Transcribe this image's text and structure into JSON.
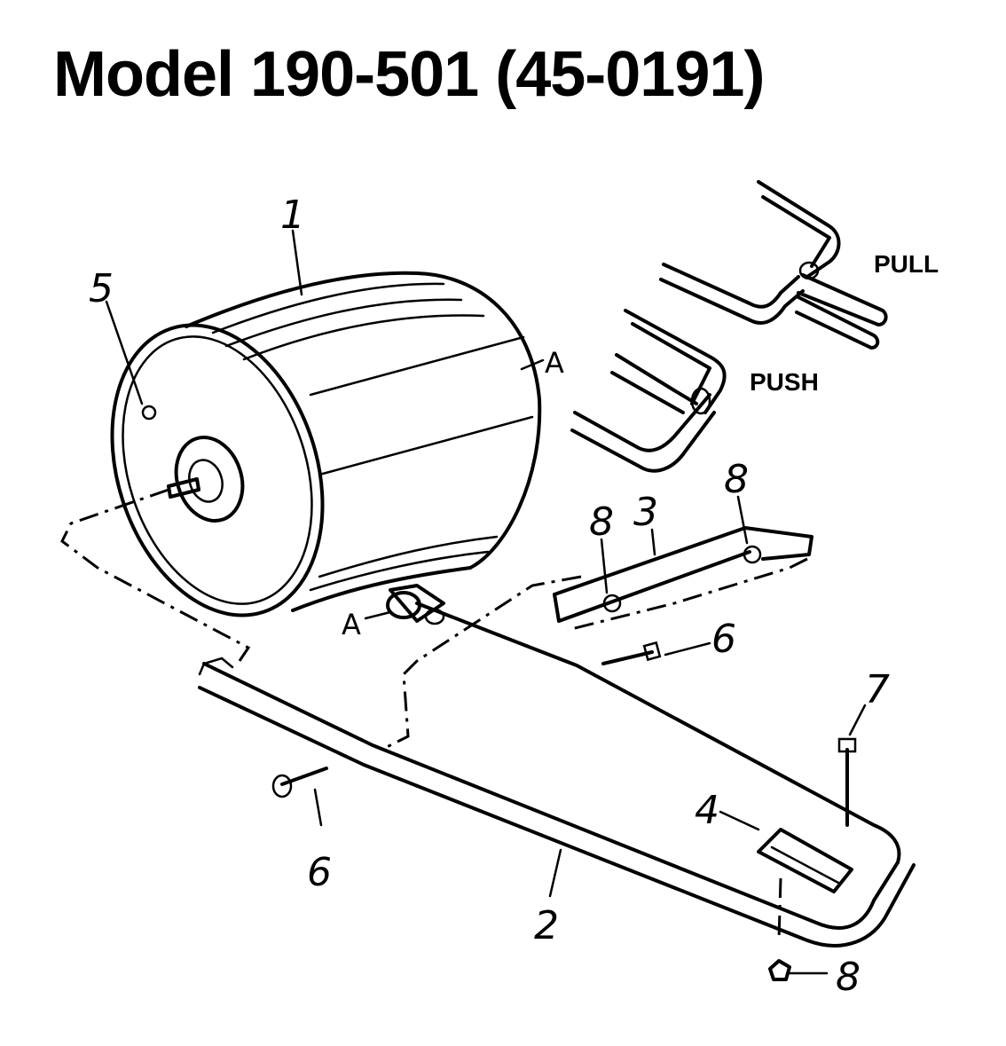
{
  "title": "Model 190-501 (45-0191)",
  "callouts": {
    "c1": "1",
    "c2": "2",
    "c3": "3",
    "c4": "4",
    "c5": "5",
    "c6a": "6",
    "c6b": "6",
    "c7": "7",
    "c8a": "8",
    "c8b": "8",
    "c8c": "8"
  },
  "letters": {
    "a_drum": "A",
    "a_frame": "A"
  },
  "handles": {
    "pull": "PULL",
    "push": "PUSH"
  }
}
